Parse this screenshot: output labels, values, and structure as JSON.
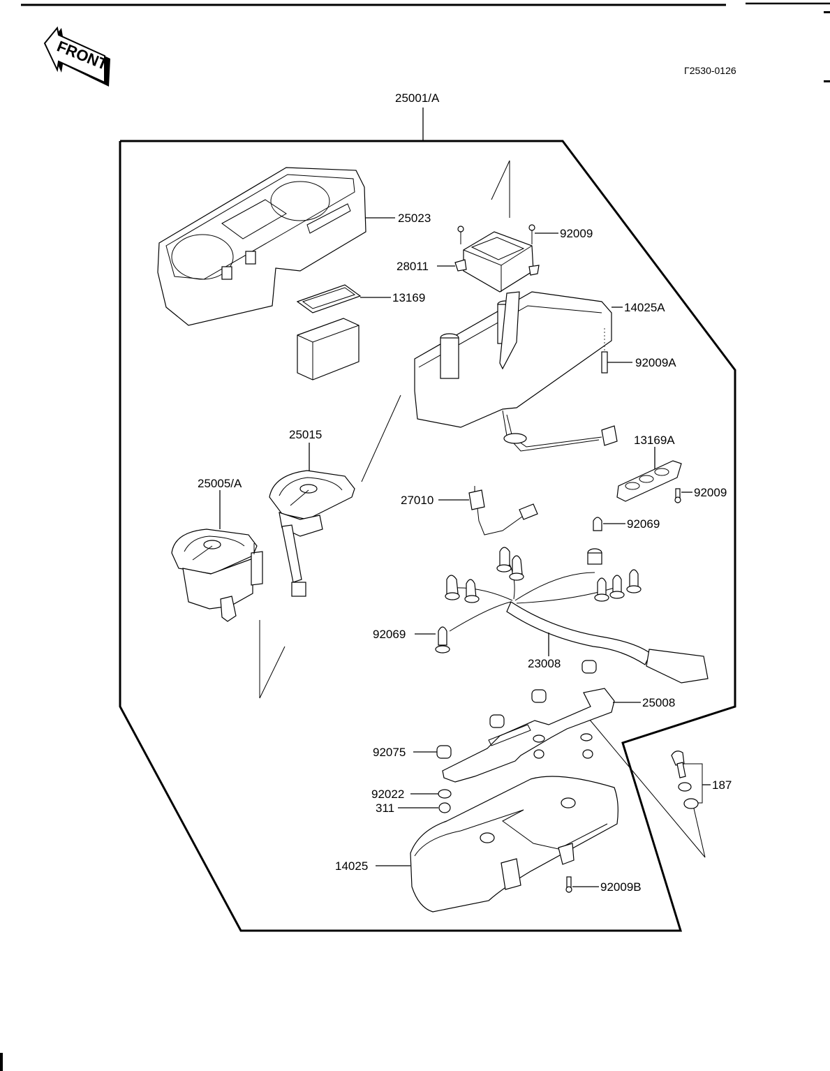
{
  "page": {
    "drawing_code": "Γ2530-0126",
    "front_marker": "FRONT"
  },
  "assembly": {
    "label": "25001/A",
    "description": "Meter assembly (exploded parts diagram)"
  },
  "callouts": {
    "c25023": "25023",
    "c92009_top": "92009",
    "c28011": "28011",
    "c13169": "13169",
    "c14025A": "14025A",
    "c92009A": "92009A",
    "c25015": "25015",
    "c25005A": "25005/A",
    "c13169A": "13169A",
    "c92009_mid": "92009",
    "c27010": "27010",
    "c92069_right": "92069",
    "c92069_left": "92069",
    "c23008": "23008",
    "c25008": "25008",
    "c92075": "92075",
    "c92022": "92022",
    "c311": "311",
    "c187": "187",
    "c14025": "14025",
    "c92009B": "92009B"
  }
}
